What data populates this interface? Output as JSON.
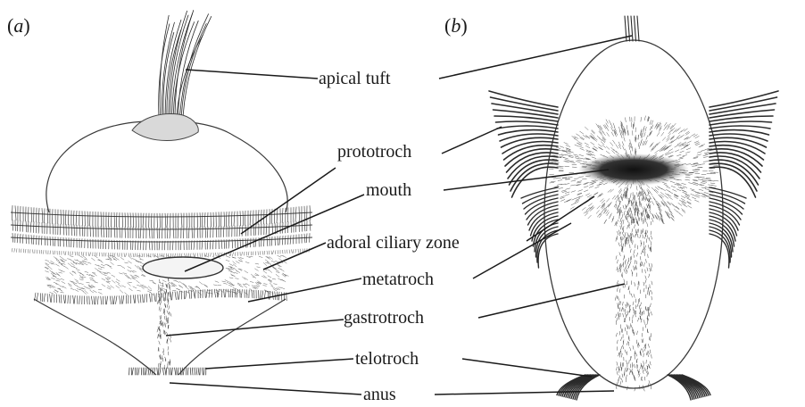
{
  "panels": [
    {
      "open": "(",
      "letter": "a",
      "close": ")"
    },
    {
      "open": "(",
      "letter": "b",
      "close": ")"
    }
  ],
  "labels": [
    "apical tuft",
    "prototroch",
    "mouth",
    "adoral ciliary zone",
    "metatroch",
    "gastrotroch",
    "telotroch",
    "anus"
  ],
  "colors": {
    "ink": "#1a1a1a",
    "cilia": "#2a2a2a",
    "body_outline": "#3a3a3a",
    "background": "#ffffff"
  }
}
